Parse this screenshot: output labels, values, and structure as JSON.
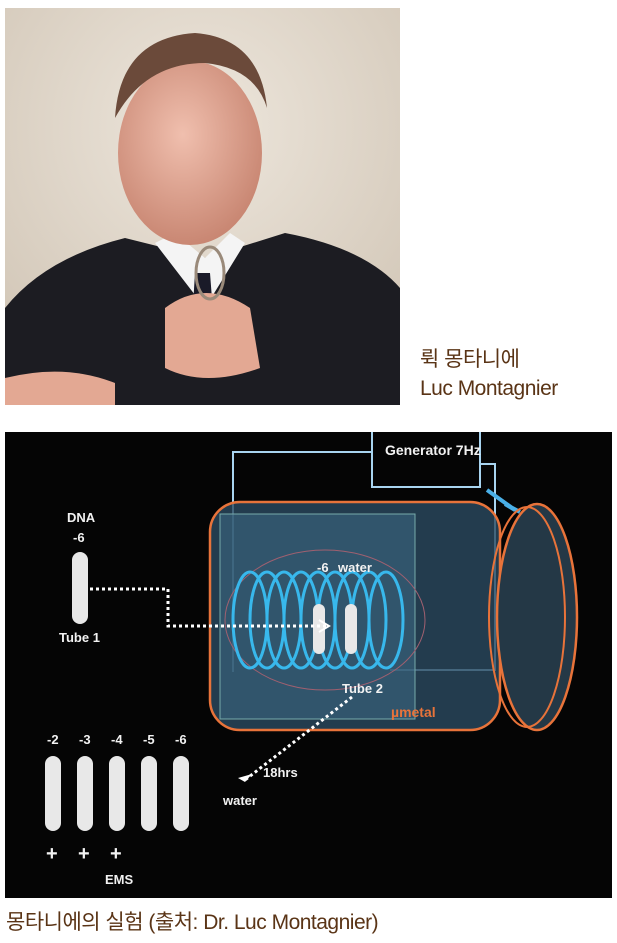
{
  "photo_caption": {
    "korean_name": "뤽 몽타니에",
    "english_name": "Luc Montagnier"
  },
  "diagram": {
    "generator_label": "Generator 7Hz",
    "dna_label": "DNA",
    "tube1_dilution": "-6",
    "tube1_label": "Tube 1",
    "coil_dilution": "-6",
    "coil_water": "water",
    "tube2_label": "Tube 2",
    "shield_label": "µmetal",
    "duration_label": "18hrs",
    "water_label": "water",
    "dilutions": [
      "-2",
      "-3",
      "-4",
      "-5",
      "-6"
    ],
    "results": [
      "+",
      "+",
      "+",
      "",
      ""
    ],
    "ems_label": "EMS"
  },
  "figure_caption": "몽타니에의 실험 (출처: Dr. Luc Montagnier)"
}
